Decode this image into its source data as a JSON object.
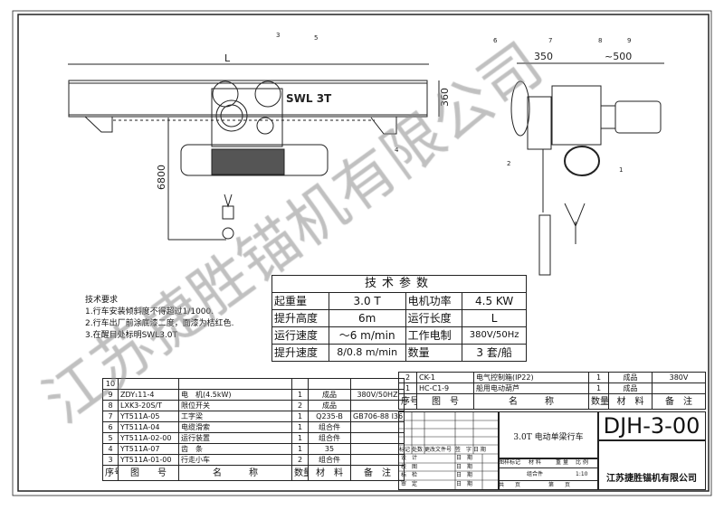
{
  "drawing": {
    "dims": {
      "length": "L",
      "height": "360",
      "lift": "6800",
      "width_left": "350",
      "width_right": "~500"
    },
    "swl_label": "SWL  3T",
    "balloons": [
      "1",
      "2",
      "3",
      "4",
      "5",
      "6",
      "7",
      "8",
      "9"
    ]
  },
  "requirements": {
    "title": "技术要求",
    "items": [
      "1.行车安装倾斜度不得超过1/1000.",
      "2.行车出厂前涂底漆二度，面漆为桔红色.",
      "3.在醒目处标明SWL3.0T"
    ]
  },
  "spec": {
    "title": "技术参数",
    "rows": [
      [
        "起重量",
        "3.0 T",
        "电机功率",
        "4.5 KW"
      ],
      [
        "提升高度",
        "6m",
        "运行长度",
        "L"
      ],
      [
        "运行速度",
        "～6 m/min",
        "工作电制",
        "380V/50Hz"
      ],
      [
        "提升速度",
        "8/0.8 m/min",
        "数量",
        "3 套/船"
      ]
    ]
  },
  "parts_list": {
    "header": [
      "序号",
      "图　　号",
      "名　　　称",
      "数量",
      "材　料",
      "备　注"
    ],
    "rows": [
      [
        "10",
        "",
        "",
        "",
        "",
        ""
      ],
      [
        "9",
        "ZDY₁11-4",
        "电　机(4.5kW)",
        "1",
        "成品",
        "380V/50HZ"
      ],
      [
        "8",
        "LXK3-20S/T",
        "限位开关",
        "2",
        "成品",
        ""
      ],
      [
        "7",
        "YT511A-05",
        "工字梁",
        "1",
        "Q235-B",
        "GB706-88 I36"
      ],
      [
        "6",
        "YT511A-04",
        "电缆滑索",
        "1",
        "组合件",
        ""
      ],
      [
        "5",
        "YT511A-02-00",
        "运行装置",
        "1",
        "组合件",
        ""
      ],
      [
        "4",
        "YT511A-07",
        "齿　条",
        "1",
        "35",
        ""
      ],
      [
        "3",
        "YT511A-01-00",
        "行走小车",
        "2",
        "组合件",
        ""
      ]
    ]
  },
  "upper_list": {
    "header": [
      "序号",
      "图　号",
      "名　　　称",
      "数量",
      "材　料",
      "备　注"
    ],
    "rows": [
      [
        "2",
        "CK-1",
        "电气控制箱(IP22)",
        "1",
        "成品",
        "380V"
      ],
      [
        "1",
        "HC-C1-9",
        "船用电动葫芦",
        "1",
        "成品",
        ""
      ]
    ]
  },
  "title_block": {
    "drawing_name": "3.0T 电动单梁行车",
    "drawing_no": "DJH-3-00",
    "company": "江苏捷胜锚机有限公司",
    "rev_header": [
      "标记",
      "处数",
      "更改文件号",
      "签　字",
      "日 期"
    ],
    "roles": [
      "设　计",
      "校　图",
      "标　检",
      "审　定"
    ],
    "date_label": "日　期",
    "attr_header": [
      "图样标记",
      "材 料",
      "重 量",
      "比 例"
    ],
    "material": "组合件",
    "scale": "1:10",
    "sheet_total": "共　　页",
    "sheet_no": "第　　页"
  },
  "watermark": "江苏捷胜锚机有限公司"
}
